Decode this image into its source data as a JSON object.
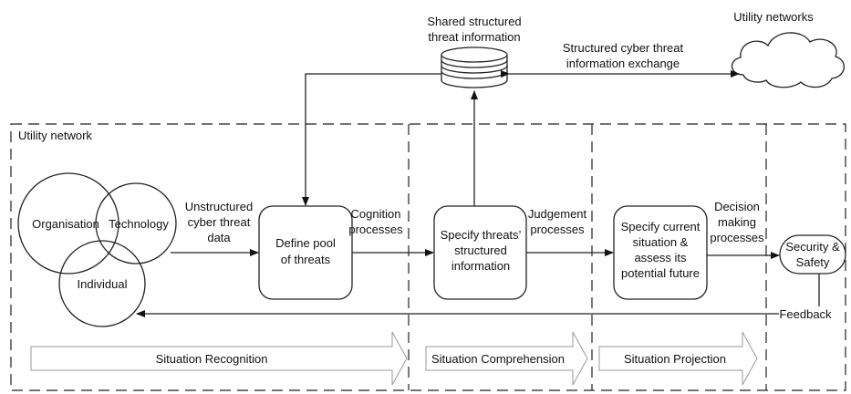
{
  "labels": {
    "shared_db_line1": "Shared structured",
    "shared_db_line2": "threat information",
    "utility_networks": "Utility networks",
    "exchange_line1": "Structured cyber threat",
    "exchange_line2": "information exchange",
    "utility_network": "Utility network",
    "organisation": "Organisation",
    "technology": "Technology",
    "individual": "Individual",
    "unstructured_line1": "Unstructured",
    "unstructured_line2": "cyber threat",
    "unstructured_line3": "data",
    "define_pool_line1": "Define pool",
    "define_pool_line2": "of threats",
    "cognition_line1": "Cognition",
    "cognition_line2": "processes",
    "specify_threats_line1": "Specify threats’",
    "specify_threats_line2": "structured",
    "specify_threats_line3": "information",
    "judgement_line1": "Judgement",
    "judgement_line2": "processes",
    "specify_current_line1": "Specify current",
    "specify_current_line2": "situation &",
    "specify_current_line3": "assess its",
    "specify_current_line4": "potential future",
    "decision_line1": "Decision",
    "decision_line2": "making",
    "decision_line3": "processes",
    "security_line1": "Security &",
    "security_line2": "Safety",
    "feedback": "Feedback",
    "phase_recognition": "Situation Recognition",
    "phase_comprehension": "Situation Comprehension",
    "phase_projection": "Situation Projection"
  }
}
